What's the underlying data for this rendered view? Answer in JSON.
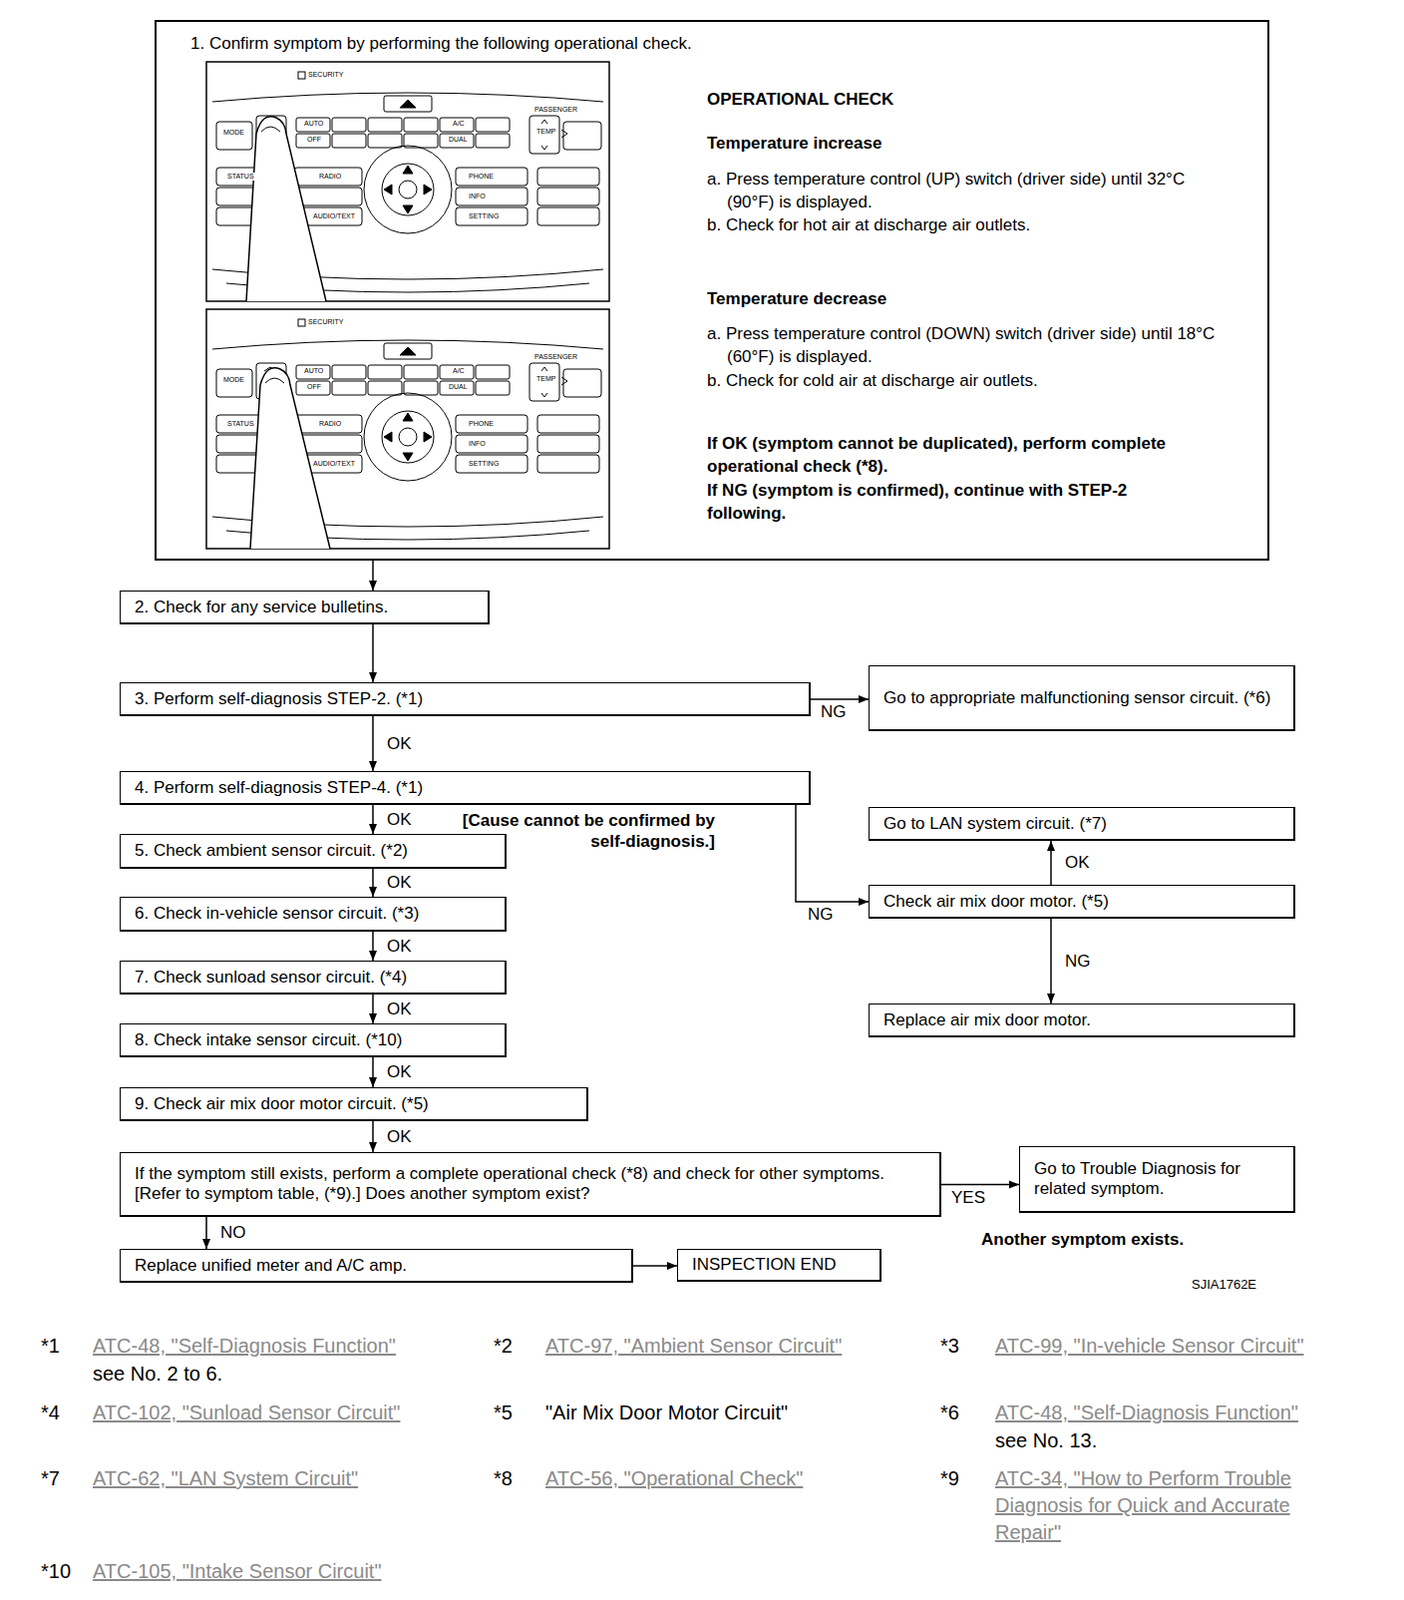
{
  "diagram": {
    "nodes": [
      {
        "text": [
          "1. Confirm symptom by performing the following operational check.",
          "OPERATIONAL CHECK",
          "Temperature increase",
          "a. Press temperature control (UP) switch (driver side) until 32°C (90°F) is displayed.",
          "b. Check for hot air at discharge air outlets.",
          "Temperature decrease",
          "a. Press temperature control (DOWN) switch (driver side) until 18°C (60°F) is displayed.",
          "b. Check for cold air at discharge air outlets.",
          "If OK (symptom cannot be duplicated), perform complete operational check (*8).",
          "If NG (symptom is confirmed), continue with STEP-2 following."
        ]
      },
      {
        "text": [
          "2. Check for any service bulletins."
        ]
      },
      {
        "text": [
          "3. Perform self-diagnosis STEP-2. (*1)"
        ]
      },
      {
        "text": [
          "Go to appropriate malfunctioning sensor circuit. (*6)"
        ]
      },
      {
        "text": [
          "4. Perform self-diagnosis STEP-4. (*1)"
        ]
      },
      {
        "text": [
          "Go to LAN system circuit. (*7)"
        ]
      },
      {
        "text": [
          "5. Check ambient sensor circuit. (*2)"
        ]
      },
      {
        "text": [
          "6. Check in-vehicle sensor circuit. (*3)"
        ]
      },
      {
        "text": [
          "Check air mix door motor. (*5)"
        ]
      },
      {
        "text": [
          "7. Check sunload sensor circuit. (*4)"
        ]
      },
      {
        "text": [
          "Replace air mix door motor."
        ]
      },
      {
        "text": [
          "8. Check intake sensor circuit. (*10)"
        ]
      },
      {
        "text": [
          "9. Check air mix door motor circuit. (*5)"
        ]
      },
      {
        "text": [
          "If the symptom still exists, perform a complete operational check (*8) and check for other symptoms. [Refer to symptom table, (*9).] Does another symptom exist?"
        ]
      },
      {
        "text": [
          "Go to Trouble Diagnosis for related symptom."
        ]
      },
      {
        "text": [
          "Replace unified meter and A/C amp."
        ]
      },
      {
        "text": [
          "INSPECTION END"
        ]
      }
    ],
    "edges": [
      {
        "from": 0,
        "to": 1,
        "arrow": "to"
      },
      {
        "from": 1,
        "to": 2,
        "arrow": "to"
      },
      {
        "from": 2,
        "to": 3,
        "label": "NG",
        "arrow": "to"
      },
      {
        "from": 2,
        "to": 4,
        "label": "OK",
        "arrow": "to"
      },
      {
        "from": 4,
        "to": 6,
        "label": "OK",
        "arrow": "to"
      },
      {
        "from": 4,
        "to": 8,
        "label": "NG",
        "arrow": "to"
      },
      {
        "from": 8,
        "to": 5,
        "label": "OK",
        "arrow": "to"
      },
      {
        "from": 8,
        "to": 10,
        "label": "NG",
        "arrow": "to"
      },
      {
        "from": 6,
        "to": 7,
        "label": "OK",
        "arrow": "to"
      },
      {
        "from": 7,
        "to": 9,
        "label": "OK",
        "arrow": "to"
      },
      {
        "from": 9,
        "to": 11,
        "label": "OK",
        "arrow": "to"
      },
      {
        "from": 11,
        "to": 12,
        "label": "OK",
        "arrow": "to"
      },
      {
        "from": 12,
        "to": 13,
        "label": "OK",
        "arrow": "to"
      },
      {
        "from": 13,
        "to": 14,
        "label": "YES",
        "arrow": "to"
      },
      {
        "from": 13,
        "to": 15,
        "label": "NO",
        "arrow": "to"
      },
      {
        "from": 15,
        "to": 16,
        "arrow": "to"
      }
    ],
    "labels": [
      "SECURITY",
      "MODE",
      "AUTO",
      "OFF",
      "A/C",
      "DUAL",
      "PASSENGER",
      "TEMP",
      "STATUS",
      "RADIO",
      "PHONE",
      "INFO",
      "SETTING",
      "AUDIO/TEXT",
      "SECURITY",
      "MODE",
      "AUTO",
      "OFF",
      "A/C",
      "DUAL",
      "PASSENGER",
      "TEMP",
      "STATUS",
      "RADIO",
      "PHONE",
      "INFO",
      "SETTING",
      "AUDIO/TEXT",
      "[Cause cannot be confirmed by self-diagnosis.]",
      "Another symptom exists.",
      "SJIA1762E",
      "*1",
      "ATC-48, \"Self-Diagnosis Function\"",
      "see No. 2 to 6.",
      "*2",
      "ATC-97, \"Ambient Sensor Circuit\"",
      "*3",
      "ATC-99, \"In-vehicle Sensor Circuit\"",
      "*4",
      "ATC-102, \"Sunload Sensor Circuit\"",
      "*5",
      "\"Air Mix Door Motor Circuit\"",
      "*6",
      "ATC-48, \"Self-Diagnosis Function\"",
      "see No. 13.",
      "*7",
      "ATC-62, \"LAN System Circuit\"",
      "*8",
      "ATC-56, \"Operational Check\"",
      "*9",
      "ATC-34, \"How to Perform Trouble Diagnosis for Quick and Accurate Repair\"",
      "*10",
      "ATC-105, \"Intake Sensor Circuit\""
    ]
  }
}
